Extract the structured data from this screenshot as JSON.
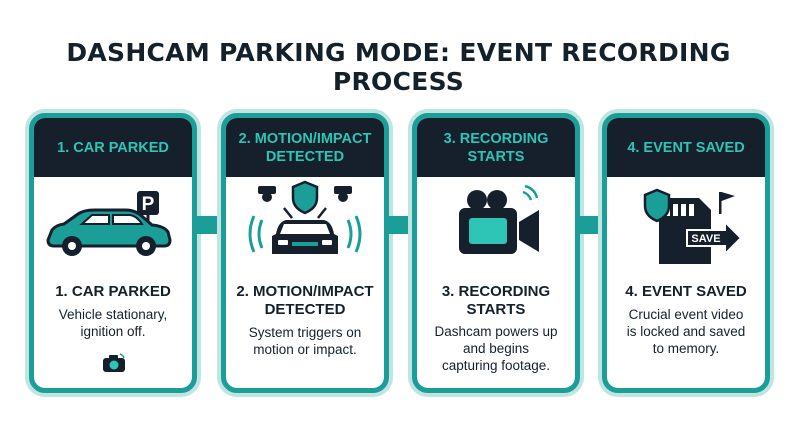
{
  "title": "DASHCAM PARKING MODE: EVENT RECORDING PROCESS",
  "steps": [
    {
      "header": [
        "1. CAR PARKED"
      ],
      "title": [
        "1. CAR PARKED"
      ],
      "desc": [
        "Vehicle stationary,",
        "ignition off."
      ],
      "icon": "car-parked-icon"
    },
    {
      "header": [
        "2. MOTION/IMPACT",
        "DETECTED"
      ],
      "title": [
        "2. MOTION/IMPACT",
        "DETECTED"
      ],
      "desc": [
        "System triggers on",
        "motion or impact."
      ],
      "icon": "motion-detect-icon"
    },
    {
      "header": [
        "3. RECORDING",
        "STARTS"
      ],
      "title": [
        "3. RECORDING",
        "STARTS"
      ],
      "desc": [
        "Dashcam powers up",
        "and begins",
        "capturing footage."
      ],
      "icon": "video-camera-icon"
    },
    {
      "header": [
        "4. EVENT SAVED"
      ],
      "title": [
        "4. EVENT SAVED"
      ],
      "desc": [
        "Crucial event video",
        "is locked and saved",
        "to memory."
      ],
      "icon": "memory-card-save-icon"
    }
  ],
  "icons": {
    "parking_sign_letter": "P",
    "save_label": "SAVE"
  },
  "colors": {
    "teal": "#1a9e97",
    "teal_light": "#2ec4b6",
    "navy": "#16202c",
    "title": "#14212b"
  }
}
